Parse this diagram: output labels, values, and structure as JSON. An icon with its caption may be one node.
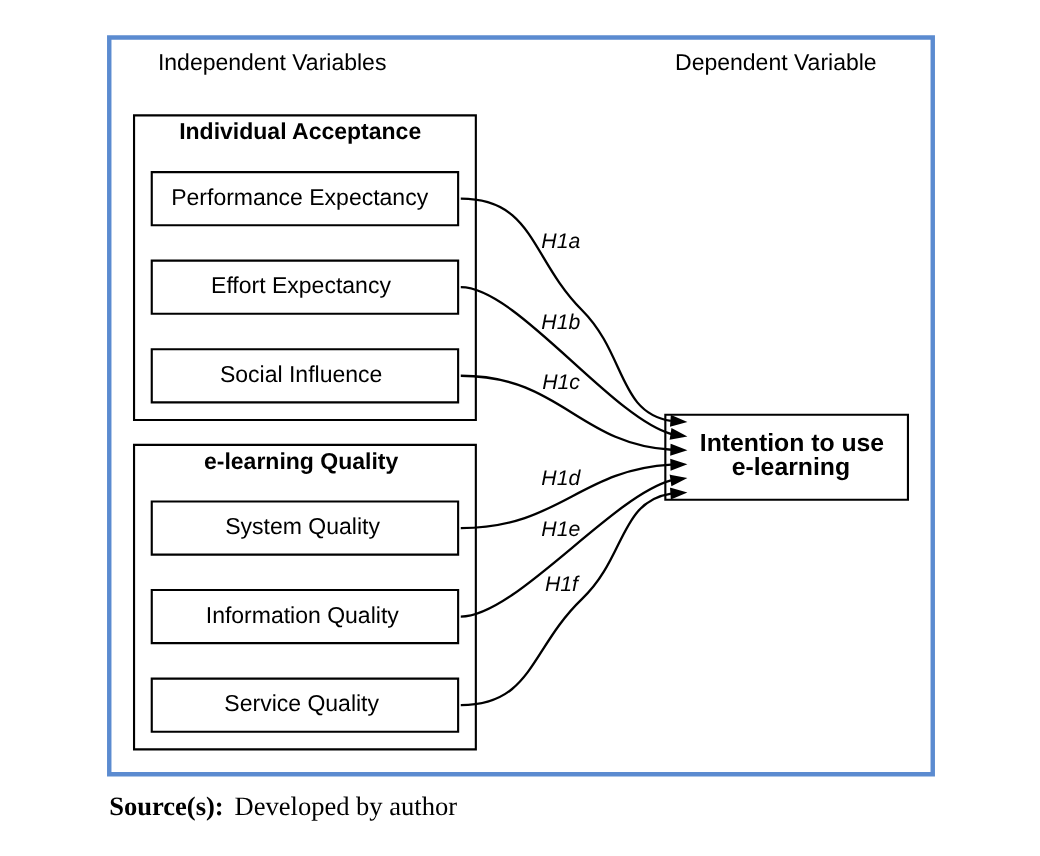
{
  "diagram": {
    "caption": "**Source(s):** Developed by author",
    "nodes": [
      {
        "text": [
          "Independent Variables",
          "Dependent Variable"
        ]
      },
      {
        "text": [
          "Individual Acceptance"
        ],
        "in": 0
      },
      {
        "text": [
          "Performance Expectancy"
        ],
        "in": 1
      },
      {
        "text": [
          "Effort Expectancy"
        ],
        "in": 1
      },
      {
        "text": [
          "Social Influence"
        ],
        "in": 1
      },
      {
        "text": [
          "e-learning Quality"
        ],
        "in": 0
      },
      {
        "text": [
          "System Quality"
        ],
        "in": 5
      },
      {
        "text": [
          "Information Quality"
        ],
        "in": 5
      },
      {
        "text": [
          "Service Quality"
        ],
        "in": 5
      },
      {
        "text": [
          "Intention to use e-learning"
        ],
        "in": 0
      }
    ],
    "edges": [
      {
        "from": 2,
        "to": 9,
        "arrow": "to",
        "label": "H1a"
      },
      {
        "from": 3,
        "to": 9,
        "arrow": "to",
        "label": "H1b"
      },
      {
        "from": 4,
        "to": 9,
        "arrow": "to",
        "label": "H1c"
      },
      {
        "from": 6,
        "to": 9,
        "arrow": "to",
        "label": "H1d"
      },
      {
        "from": 7,
        "to": 9,
        "arrow": "to",
        "label": "H1e"
      },
      {
        "from": 8,
        "to": 9,
        "arrow": "to",
        "label": "H1f"
      }
    ]
  }
}
